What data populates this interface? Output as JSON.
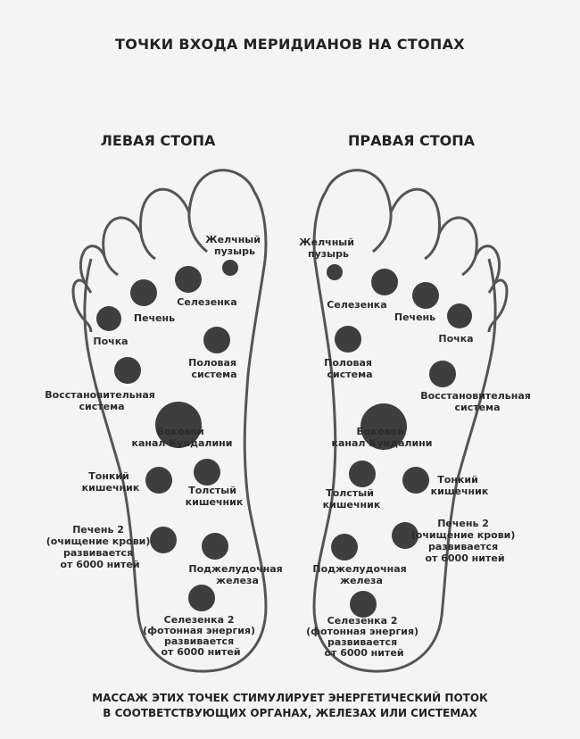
{
  "title": "ТОЧКИ ВХОДА МЕРИДИАНОВ НА СТОПАХ",
  "left_foot": {
    "heading": "ЛЕВАЯ СТОПА",
    "labels": {
      "gallbladder": [
        "Желчный",
        "пузырь"
      ],
      "spleen": [
        "Селезенка"
      ],
      "liver": [
        "Печень"
      ],
      "kidney": [
        "Почка"
      ],
      "reproductive": [
        "Половая",
        "система"
      ],
      "restorative": [
        "Восстановительная",
        "система"
      ],
      "kundalini": [
        "Боковой",
        "канал Кундалини"
      ],
      "small_intestine": [
        "Тонкий",
        "кишечник"
      ],
      "large_intestine": [
        "Толстый",
        "кишечник"
      ],
      "liver2": [
        "Печень 2",
        "(очищение крови)",
        "развивается",
        "от 6000 нитей"
      ],
      "pancreas": [
        "Поджелудочная",
        "железа"
      ],
      "spleen2": [
        "Селезенка 2",
        "(фотонная энергия)",
        "развивается",
        "от 6000 нитей"
      ]
    }
  },
  "right_foot": {
    "heading": "ПРАВАЯ СТОПА",
    "labels": {
      "gallbladder": [
        "Желчный",
        "пузырь"
      ],
      "spleen": [
        "Селезенка"
      ],
      "liver": [
        "Печень"
      ],
      "kidney": [
        "Почка"
      ],
      "reproductive": [
        "Половая",
        "система"
      ],
      "restorative": [
        "Восстановительная",
        "система"
      ],
      "kundalini": [
        "Боковой",
        "канал Кундалини"
      ],
      "small_intestine": [
        "Тонкий",
        "кишечник"
      ],
      "large_intestine": [
        "Толстый",
        "кишечник"
      ],
      "liver2": [
        "Печень 2",
        "(очищение крови)",
        "развивается",
        "от 6000 нитей"
      ],
      "pancreas": [
        "Поджелудочная",
        "железа"
      ],
      "spleen2": [
        "Селезенка 2",
        "(фотонная энергия)",
        "развивается",
        "от 6000 нитей"
      ]
    }
  },
  "caption": [
    "МАССАЖ ЭТИХ ТОЧЕК СТИМУЛИРУЕТ ЭНЕРГЕТИЧЕСКИЙ ПОТОК",
    "В СООТВЕТСТВУЮЩИХ ОРГАНАХ, ЖЕЛЕЗАХ ИЛИ СИСТЕМАХ"
  ],
  "colors": {
    "point": "#3e3e3e",
    "outline": "#555555",
    "background": "#f4f4f4"
  }
}
